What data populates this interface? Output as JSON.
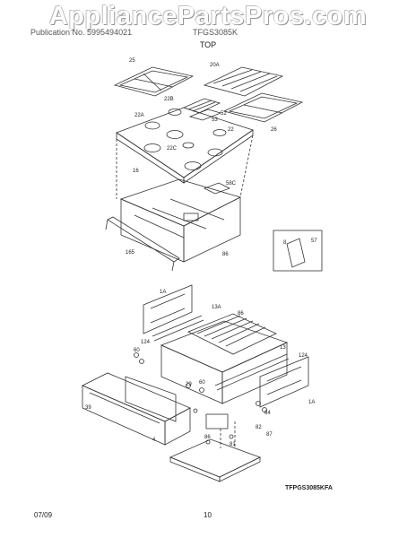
{
  "watermark": "AppliancePartsPros.com",
  "header": {
    "left": "Publication No. 5995494021",
    "model": "TFGS3085K",
    "section": "TOP"
  },
  "part_labels": [
    "25",
    "20A",
    "22B",
    "53",
    "52",
    "22A",
    "22",
    "26",
    "22C",
    "16",
    "58C",
    "165",
    "86",
    "57",
    "8",
    "1A",
    "13A",
    "86",
    "124",
    "13",
    "124",
    "60",
    "29",
    "60",
    "1A",
    "39",
    "82",
    "84",
    "4",
    "86",
    "81",
    "87"
  ],
  "diagram_code": "TFPGS3085KFA",
  "footer": {
    "date": "07/09",
    "page": "10"
  }
}
